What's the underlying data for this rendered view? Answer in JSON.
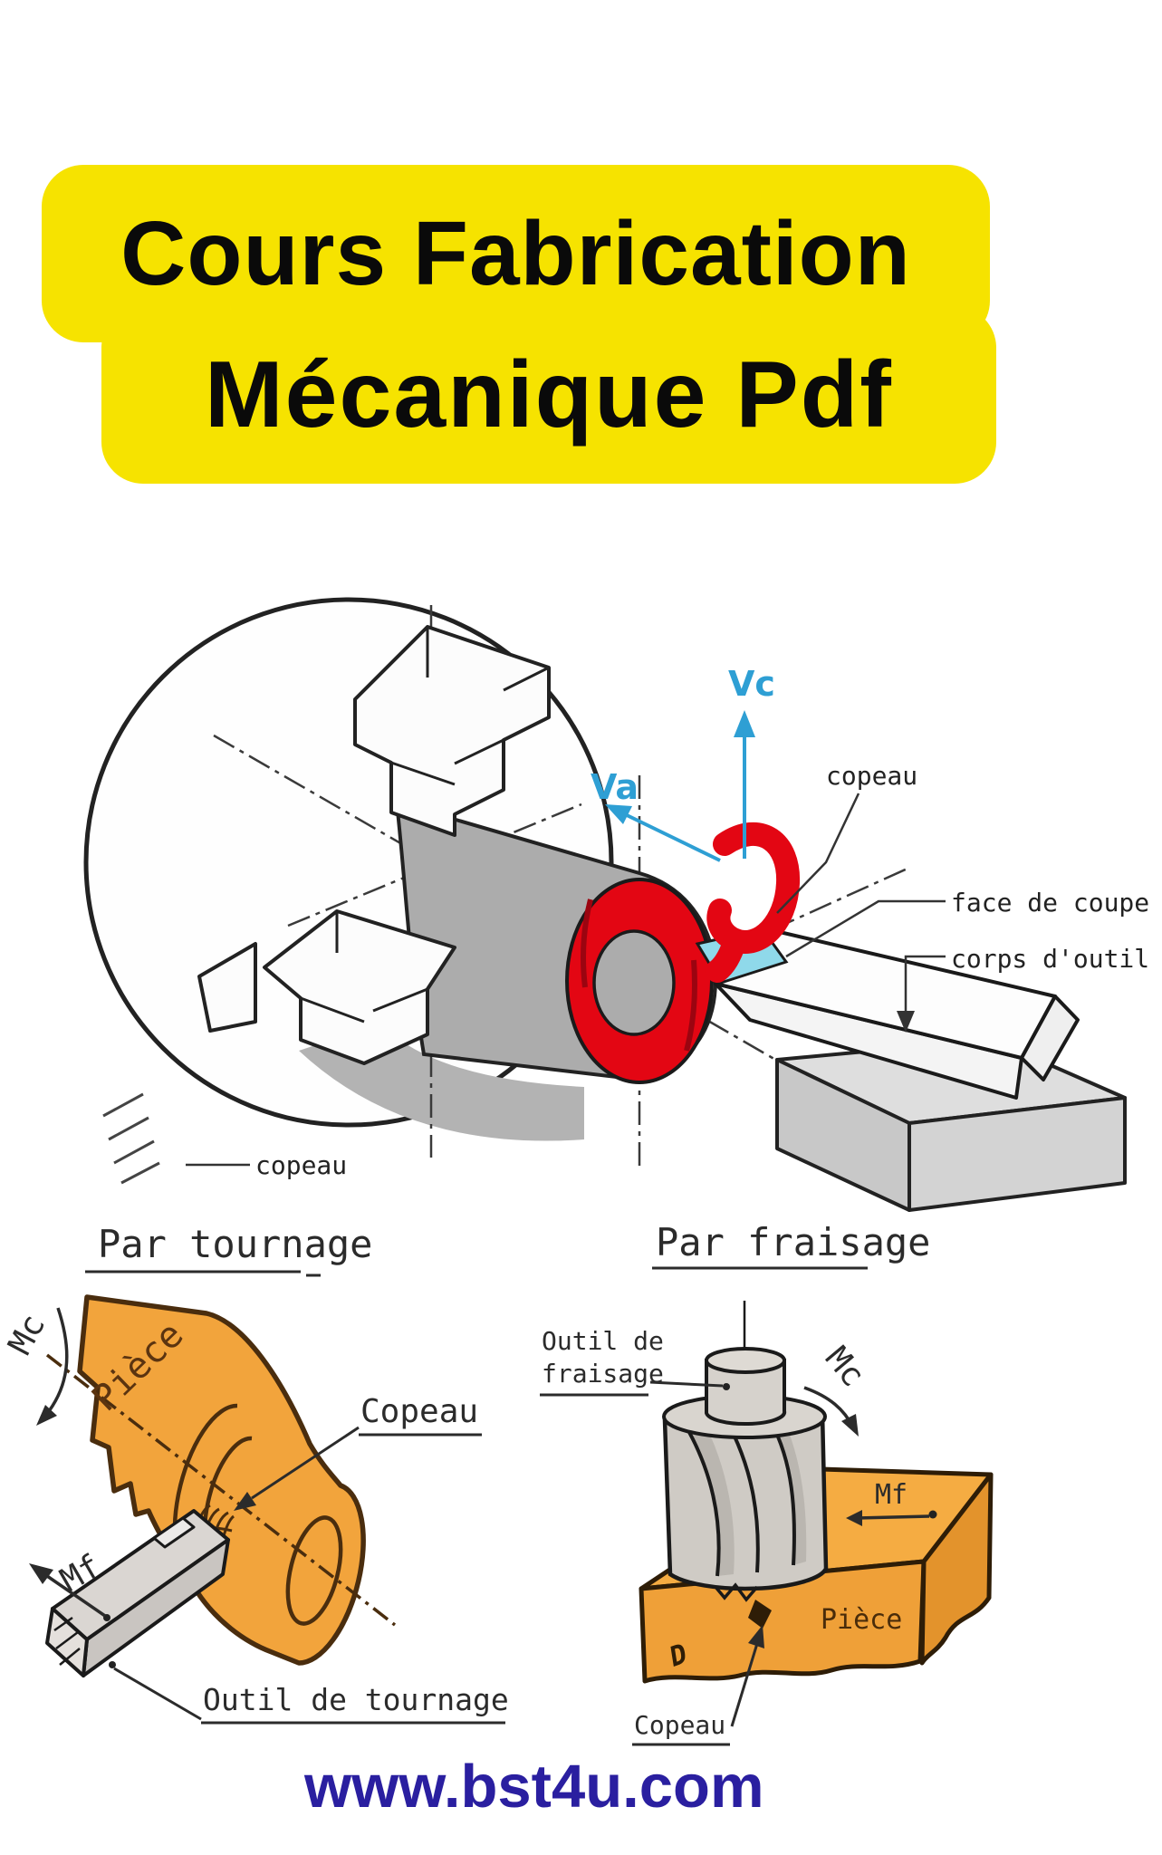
{
  "banner": {
    "line1": "Cours Fabrication",
    "line2": "Mécanique Pdf",
    "bg_color": "#F6E300",
    "text_color": "#0a0a0a"
  },
  "turning": {
    "labels": {
      "vc": "Vc",
      "va": "Va",
      "copeau": "copeau",
      "face_de_coupe": "face de coupe",
      "corps_doutil": "corps d'outil",
      "copeau_bottom": "copeau"
    },
    "colors": {
      "arrow_blue": "#2E9FD4",
      "chip_red": "#E30613",
      "cut_face_cyan": "#8FD9EA",
      "workpiece_grey": "#ACACAC"
    }
  },
  "tournage": {
    "title": "Par tournage",
    "labels": {
      "mc": "Mc",
      "piece": "Pièce",
      "copeau": "Copeau",
      "mf": "Mf",
      "outil": "Outil de tournage"
    },
    "colors": {
      "workpiece_orange": "#F2A43C",
      "outline_brown": "#4A2D0E"
    }
  },
  "fraisage": {
    "title": "Par fraisage",
    "labels": {
      "outil_line1": "Outil de",
      "outil_line2": "fraisage",
      "mc": "Mc",
      "mf": "Mf",
      "piece": "Pièce",
      "copeau": "Copeau",
      "d_mark": "D"
    },
    "colors": {
      "workpiece_orange": "#F5AC42",
      "cutter_grey": "#CFCBC5"
    }
  },
  "footer": {
    "website": "www.bst4u.com",
    "color": "#2A1FA0"
  }
}
